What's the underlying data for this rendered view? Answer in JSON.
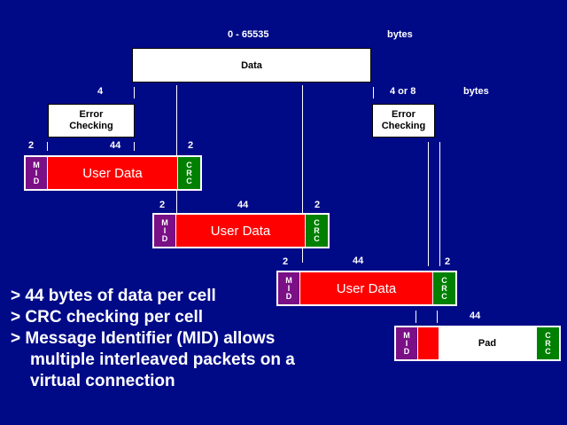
{
  "top": {
    "range_label": "0 - 65535",
    "bytes_label": "bytes",
    "data_label": "Data"
  },
  "header_trailer": {
    "left_size": "4",
    "right_size": "4 or 8",
    "bytes_label": "bytes",
    "left_box": [
      "Error",
      "Checking"
    ],
    "right_box": [
      "Error",
      "Checking"
    ]
  },
  "cells": [
    {
      "size_mid": "2",
      "size_data": "44",
      "size_crc": "2",
      "mid": [
        "M",
        "I",
        "D"
      ],
      "data": "User Data",
      "crc": [
        "C",
        "R",
        "C"
      ]
    },
    {
      "size_mid": "2",
      "size_data": "44",
      "size_crc": "2",
      "mid": [
        "M",
        "I",
        "D"
      ],
      "data": "User Data",
      "crc": [
        "C",
        "R",
        "C"
      ]
    },
    {
      "size_mid": "2",
      "size_data": "44",
      "size_crc": "2",
      "mid": [
        "M",
        "I",
        "D"
      ],
      "data": "User Data",
      "crc": [
        "C",
        "R",
        "C"
      ]
    }
  ],
  "last_cell": {
    "size": "44",
    "mid": [
      "M",
      "I",
      "D"
    ],
    "pad": "Pad",
    "crc": [
      "C",
      "R",
      "C"
    ]
  },
  "bullets": [
    "> 44 bytes of data per cell",
    "> CRC checking per cell",
    "> Message Identifier (MID) allows",
    "multiple interleaved packets on a",
    "virtual connection"
  ],
  "colors": {
    "background": "#000a87",
    "mid": "#7a0f86",
    "user_data": "#ff0000",
    "crc": "#008000"
  }
}
